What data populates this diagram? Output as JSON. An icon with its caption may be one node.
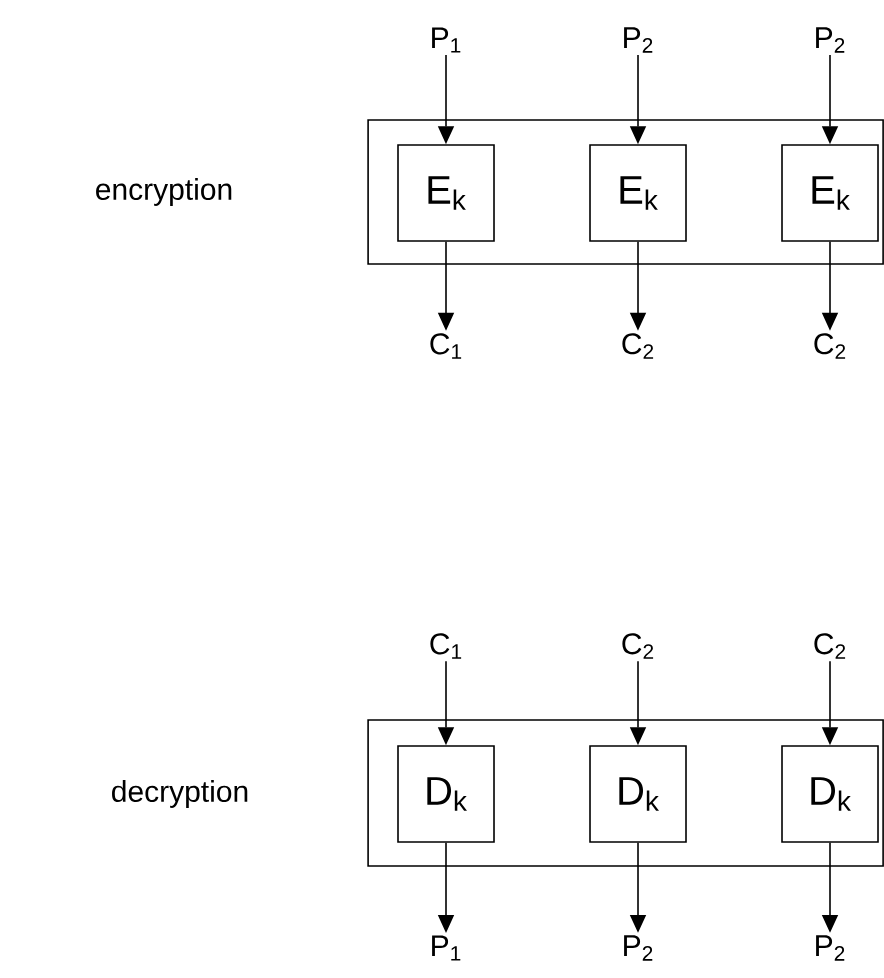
{
  "diagram": {
    "nodes": [
      {
        "text": [
          "P$_{1}$"
        ]
      },
      {
        "text": [
          "P$_{2}$"
        ]
      },
      {
        "text": [
          "P$_{2}$"
        ]
      },
      {
        "text": [],
        "shape": "box"
      },
      {
        "text": [
          "E$_{k}$"
        ],
        "in": 3
      },
      {
        "text": [
          "E$_{k}$"
        ],
        "in": 3
      },
      {
        "text": [
          "E$_{k}$"
        ],
        "in": 3
      },
      {
        "text": [
          "C$_{1}$"
        ]
      },
      {
        "text": [
          "C$_{2}$"
        ]
      },
      {
        "text": [
          "C$_{2}$"
        ]
      },
      {
        "text": [
          "C$_{1}$"
        ]
      },
      {
        "text": [
          "C$_{2}$"
        ]
      },
      {
        "text": [
          "C$_{2}$"
        ]
      },
      {
        "text": [],
        "shape": "box"
      },
      {
        "text": [
          "D$_{k}$"
        ],
        "in": 13
      },
      {
        "text": [
          "D$_{k}$"
        ],
        "in": 13
      },
      {
        "text": [
          "D$_{k}$"
        ],
        "in": 13
      },
      {
        "text": [
          "P$_{1}$"
        ]
      },
      {
        "text": [
          "P$_{2}$"
        ]
      },
      {
        "text": [
          "P$_{2}$"
        ]
      }
    ],
    "edges": [
      {
        "from": 0,
        "to": 4,
        "arrow": "to"
      },
      {
        "from": 1,
        "to": 5,
        "arrow": "to"
      },
      {
        "from": 2,
        "to": 6,
        "arrow": "to"
      },
      {
        "from": 4,
        "to": 7,
        "arrow": "to"
      },
      {
        "from": 5,
        "to": 8,
        "arrow": "to"
      },
      {
        "from": 6,
        "to": 9,
        "arrow": "to"
      },
      {
        "from": 10,
        "to": 14,
        "arrow": "to"
      },
      {
        "from": 11,
        "to": 15,
        "arrow": "to"
      },
      {
        "from": 12,
        "to": 16,
        "arrow": "to"
      },
      {
        "from": 14,
        "to": 17,
        "arrow": "to"
      },
      {
        "from": 15,
        "to": 18,
        "arrow": "to"
      },
      {
        "from": 16,
        "to": 19,
        "arrow": "to"
      }
    ],
    "labels": [
      "encryption",
      "decryption"
    ]
  }
}
